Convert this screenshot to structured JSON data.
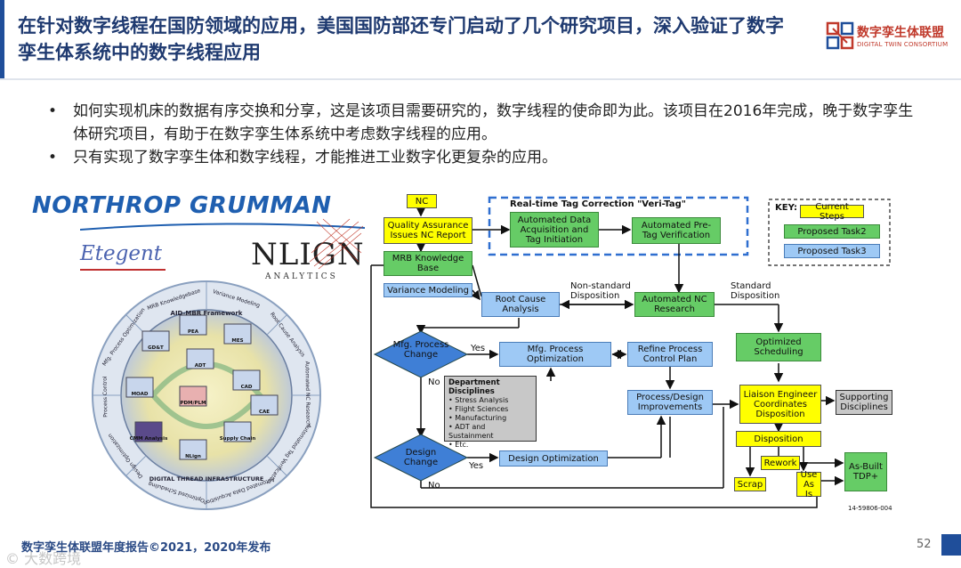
{
  "header": {
    "title": "在针对数字线程在国防领域的应用，美国国防部还专门启动了几个研究项目，深入验证了数字孪生体系统中的数字线程应用",
    "logo_cn": "数字孪生体联盟",
    "logo_en": "DIGITAL TWIN CONSORTIUM"
  },
  "bullets": [
    "如何实现机床的数据有序交换和分享，这是该项目需要研究的，数字线程的使命即为此。该项目在2016年完成，晚于数字孪生体研究项目，有助于在数字孪生体系统中考虑数字线程的应用。",
    "只有实现了数字孪生体和数字线程，才能推进工业数字化更复杂的应用。"
  ],
  "logos": {
    "northrop": "NORTHROP GRUMMAN",
    "etegent": "Etegent",
    "nlign": "NLIGN",
    "nlign_sub": "ANALYTICS"
  },
  "wheel": {
    "framework": "AID-MBR Framework",
    "infrastructure": "DIGITAL THREAD INFRASTRUCTURE",
    "segments": [
      "Variance Modeling",
      "Root Cause Analysis",
      "Automated NC Research",
      "Automated Tag Verification",
      "Automated Data Acquisition",
      "Optimized Scheduling",
      "Design Optimization",
      "Process Control",
      "Mfg. Process Optimization",
      "MRB Knowledgebase"
    ],
    "nodes": [
      "GD&T",
      "PEA",
      "MES",
      "ADT",
      "CAD",
      "CAE",
      "MOAD",
      "PDM/PLM",
      "Supply Chain",
      "CMM Analysis",
      "NLign"
    ]
  },
  "diagram": {
    "veri_tag_title": "Real-time Tag Correction \"Veri-Tag\"",
    "nc": "NC",
    "quality": "Quality Assurance Issues NC Report",
    "auto_data": "Automated Data Acquisition and Tag Initiation",
    "auto_pretag": "Automated Pre-Tag Verification",
    "key_title": "KEY:",
    "key_items": [
      "Current Steps",
      "Proposed Task2",
      "Proposed Task3"
    ],
    "mrb": "MRB Knowledge Base",
    "variance": "Variance Modeling",
    "root_cause": "Root Cause Analysis",
    "nonstandard": "Non-standard Disposition",
    "auto_nc": "Automated NC Research",
    "standard": "Standard Disposition",
    "optimized_sched": "Optimized Scheduling",
    "mfg_change": "Mfg. Process Change",
    "yes1": "Yes",
    "mfg_opt": "Mfg. Process Optimization",
    "refine": "Refine Process Control Plan",
    "no1": "No",
    "dept_title": "Department Disciplines",
    "dept_items": [
      "Stress Analysis",
      "Flight Sciences",
      "Manufacturing",
      "ADT and Sustainment",
      "Etc."
    ],
    "proc_design": "Process/Design Improvements",
    "liaison": "Liaison Engineer Coordinates Disposition",
    "supporting": "Supporting Disciplines",
    "disposition": "Disposition",
    "design_change": "Design Change",
    "yes2": "Yes",
    "design_opt": "Design Optimization",
    "rework": "Rework",
    "as_built": "As-Built TDP+",
    "scrap": "Scrap",
    "use_as_is": "Use As Is",
    "no2": "No",
    "doc_id": "14-59806-004"
  },
  "footer": {
    "source": "数字孪生体联盟年度报告©2021，2020年发布",
    "page": "52",
    "watermark": "© 大数跨境"
  }
}
